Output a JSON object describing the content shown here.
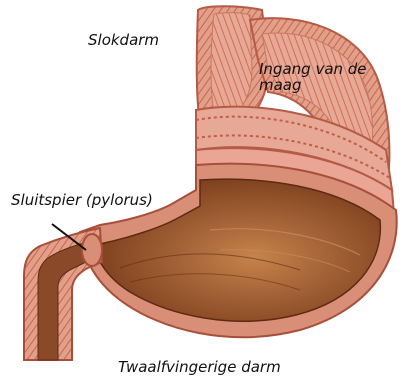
{
  "labels": {
    "esophagus": "Slokdarm",
    "stomach_entrance": "Ingang van de maag",
    "pylorus": "Sluitspier (pylorus)",
    "duodenum": "Twaalfvingerige darm"
  },
  "colors": {
    "outer_wall": "#d98e78",
    "muscle_stripes": "#c9684f",
    "inner_lining": "#8a4a2a",
    "lining_highlight": "#b5754c",
    "band_pink": "#eaa595"
  }
}
